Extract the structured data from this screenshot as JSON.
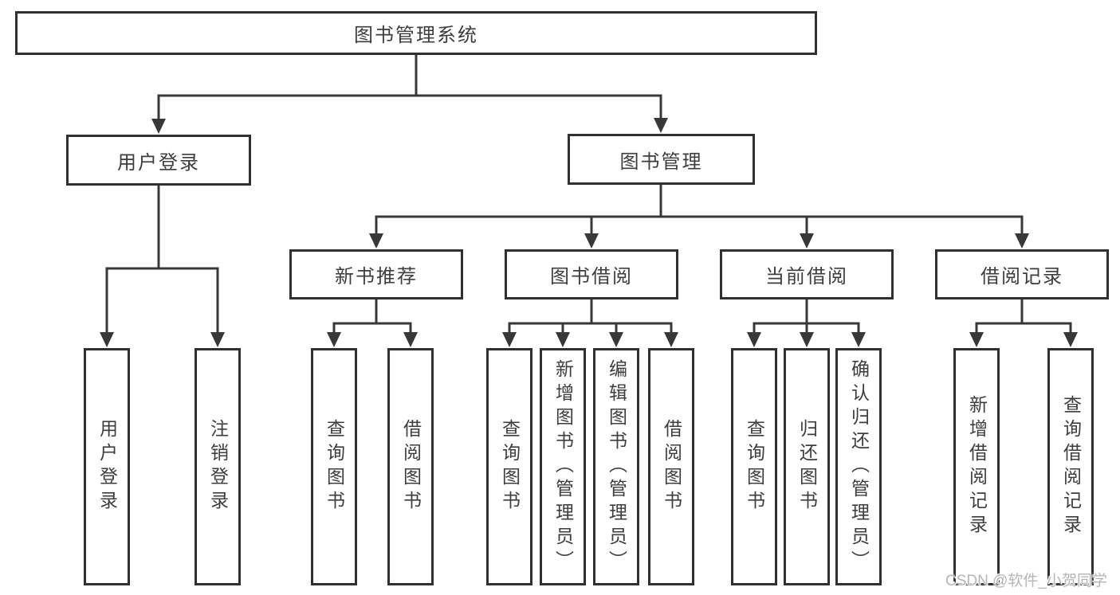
{
  "diagram": {
    "title": "图书管理系统",
    "type": "hierarchy-tree",
    "colors": {
      "border": "#303030",
      "line": "#383838",
      "text": "#3d3d3d",
      "watermark": "#b5b5b5",
      "background": "#ffffff"
    }
  },
  "nodes": {
    "root": {
      "label": "图书管理系统"
    },
    "level2": [
      {
        "label": "用户登录",
        "children": [
          {
            "label": "用户登录"
          },
          {
            "label": "注销登录"
          }
        ]
      },
      {
        "label": "图书管理",
        "children": [
          {
            "label": "新书推荐",
            "children": [
              {
                "label": "查询图书"
              },
              {
                "label": "借阅图书"
              }
            ]
          },
          {
            "label": "图书借阅",
            "children": [
              {
                "label": "查询图书"
              },
              {
                "label": "新增图书（管理员）"
              },
              {
                "label": "编辑图书（管理员）"
              },
              {
                "label": "借阅图书"
              }
            ]
          },
          {
            "label": "当前借阅",
            "children": [
              {
                "label": "查询图书"
              },
              {
                "label": "归还图书"
              },
              {
                "label": "确认归还（管理员）"
              }
            ]
          },
          {
            "label": "借阅记录",
            "children": [
              {
                "label": "新增借阅记录"
              },
              {
                "label": "查询借阅记录"
              }
            ]
          }
        ]
      }
    ]
  },
  "watermark": "CSDN @软件_小贺同学"
}
